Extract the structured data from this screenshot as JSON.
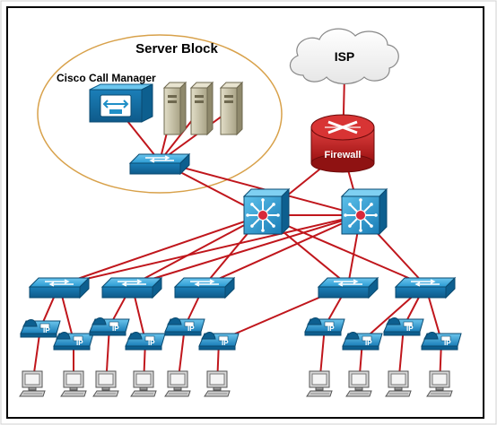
{
  "labels": {
    "server_block": "Server Block",
    "call_manager": "Cisco Call Manager",
    "isp": "ISP",
    "firewall": "Firewall",
    "ip": "IP"
  },
  "colors": {
    "link": "#c0161c",
    "device_blue": "#1f8fc7",
    "device_dark": "#0d5f8f",
    "server_tan": "#c9c3a8",
    "block_outline": "#d8a14a",
    "frame": "#000000"
  },
  "icons": {
    "core_switch": "layer3-switch-icon",
    "access_switch": "workgroup-switch-icon",
    "router": "router-icon",
    "call_manager": "call-manager-icon",
    "server": "server-tower-icon",
    "phone": "ip-phone-icon",
    "pc": "workstation-icon",
    "cloud": "cloud-icon"
  },
  "topology": {
    "nodes": [
      {
        "id": "isp",
        "type": "cloud",
        "label": "ISP"
      },
      {
        "id": "fw",
        "type": "router",
        "label": "Firewall"
      },
      {
        "id": "core1",
        "type": "core_switch"
      },
      {
        "id": "core2",
        "type": "core_switch"
      },
      {
        "id": "srvsw",
        "type": "access_switch"
      },
      {
        "id": "ccm",
        "type": "call_manager",
        "label": "Cisco Call Manager"
      },
      {
        "id": "srv1",
        "type": "server"
      },
      {
        "id": "srv2",
        "type": "server"
      },
      {
        "id": "srv3",
        "type": "server"
      },
      {
        "id": "acc1",
        "type": "access_switch"
      },
      {
        "id": "acc2",
        "type": "access_switch"
      },
      {
        "id": "acc3",
        "type": "access_switch"
      },
      {
        "id": "acc4",
        "type": "access_switch"
      },
      {
        "id": "acc5",
        "type": "access_switch"
      },
      {
        "id": "ph1",
        "type": "phone"
      },
      {
        "id": "ph2",
        "type": "phone"
      },
      {
        "id": "ph3",
        "type": "phone"
      },
      {
        "id": "ph4",
        "type": "phone"
      },
      {
        "id": "ph5",
        "type": "phone"
      },
      {
        "id": "ph6",
        "type": "phone"
      },
      {
        "id": "ph7",
        "type": "phone"
      },
      {
        "id": "ph8",
        "type": "phone"
      },
      {
        "id": "ph9",
        "type": "phone"
      },
      {
        "id": "ph10",
        "type": "phone"
      },
      {
        "id": "pc1",
        "type": "pc"
      },
      {
        "id": "pc2",
        "type": "pc"
      },
      {
        "id": "pc3",
        "type": "pc"
      },
      {
        "id": "pc4",
        "type": "pc"
      },
      {
        "id": "pc5",
        "type": "pc"
      },
      {
        "id": "pc6",
        "type": "pc"
      },
      {
        "id": "pc7",
        "type": "pc"
      },
      {
        "id": "pc8",
        "type": "pc"
      },
      {
        "id": "pc9",
        "type": "pc"
      },
      {
        "id": "pc10",
        "type": "pc"
      }
    ],
    "links": [
      [
        "isp",
        "fw"
      ],
      [
        "fw",
        "core1"
      ],
      [
        "fw",
        "core2"
      ],
      [
        "srvsw",
        "core1"
      ],
      [
        "srvsw",
        "core2"
      ],
      [
        "srvsw",
        "ccm"
      ],
      [
        "srvsw",
        "srv1"
      ],
      [
        "srvsw",
        "srv2"
      ],
      [
        "srvsw",
        "srv3"
      ],
      [
        "core1",
        "core2"
      ],
      [
        "core1",
        "acc1"
      ],
      [
        "core1",
        "acc2"
      ],
      [
        "core1",
        "acc3"
      ],
      [
        "core1",
        "acc4"
      ],
      [
        "core1",
        "acc5"
      ],
      [
        "core2",
        "acc1"
      ],
      [
        "core2",
        "acc2"
      ],
      [
        "core2",
        "acc3"
      ],
      [
        "core2",
        "acc4"
      ],
      [
        "core2",
        "acc5"
      ],
      [
        "acc1",
        "ph1"
      ],
      [
        "acc1",
        "ph2"
      ],
      [
        "acc2",
        "ph3"
      ],
      [
        "acc2",
        "ph4"
      ],
      [
        "acc3",
        "ph5"
      ],
      [
        "acc4",
        "ph6"
      ],
      [
        "acc4",
        "ph7"
      ],
      [
        "acc5",
        "ph8"
      ],
      [
        "acc5",
        "ph9"
      ],
      [
        "acc5",
        "ph10"
      ],
      [
        "ph1",
        "pc1"
      ],
      [
        "ph2",
        "pc2"
      ],
      [
        "ph3",
        "pc3"
      ],
      [
        "ph4",
        "pc4"
      ],
      [
        "ph5",
        "pc5"
      ],
      [
        "ph6",
        "pc6"
      ],
      [
        "ph7",
        "pc7"
      ],
      [
        "ph8",
        "pc8"
      ],
      [
        "ph9",
        "pc9"
      ],
      [
        "ph10",
        "pc10"
      ]
    ]
  }
}
